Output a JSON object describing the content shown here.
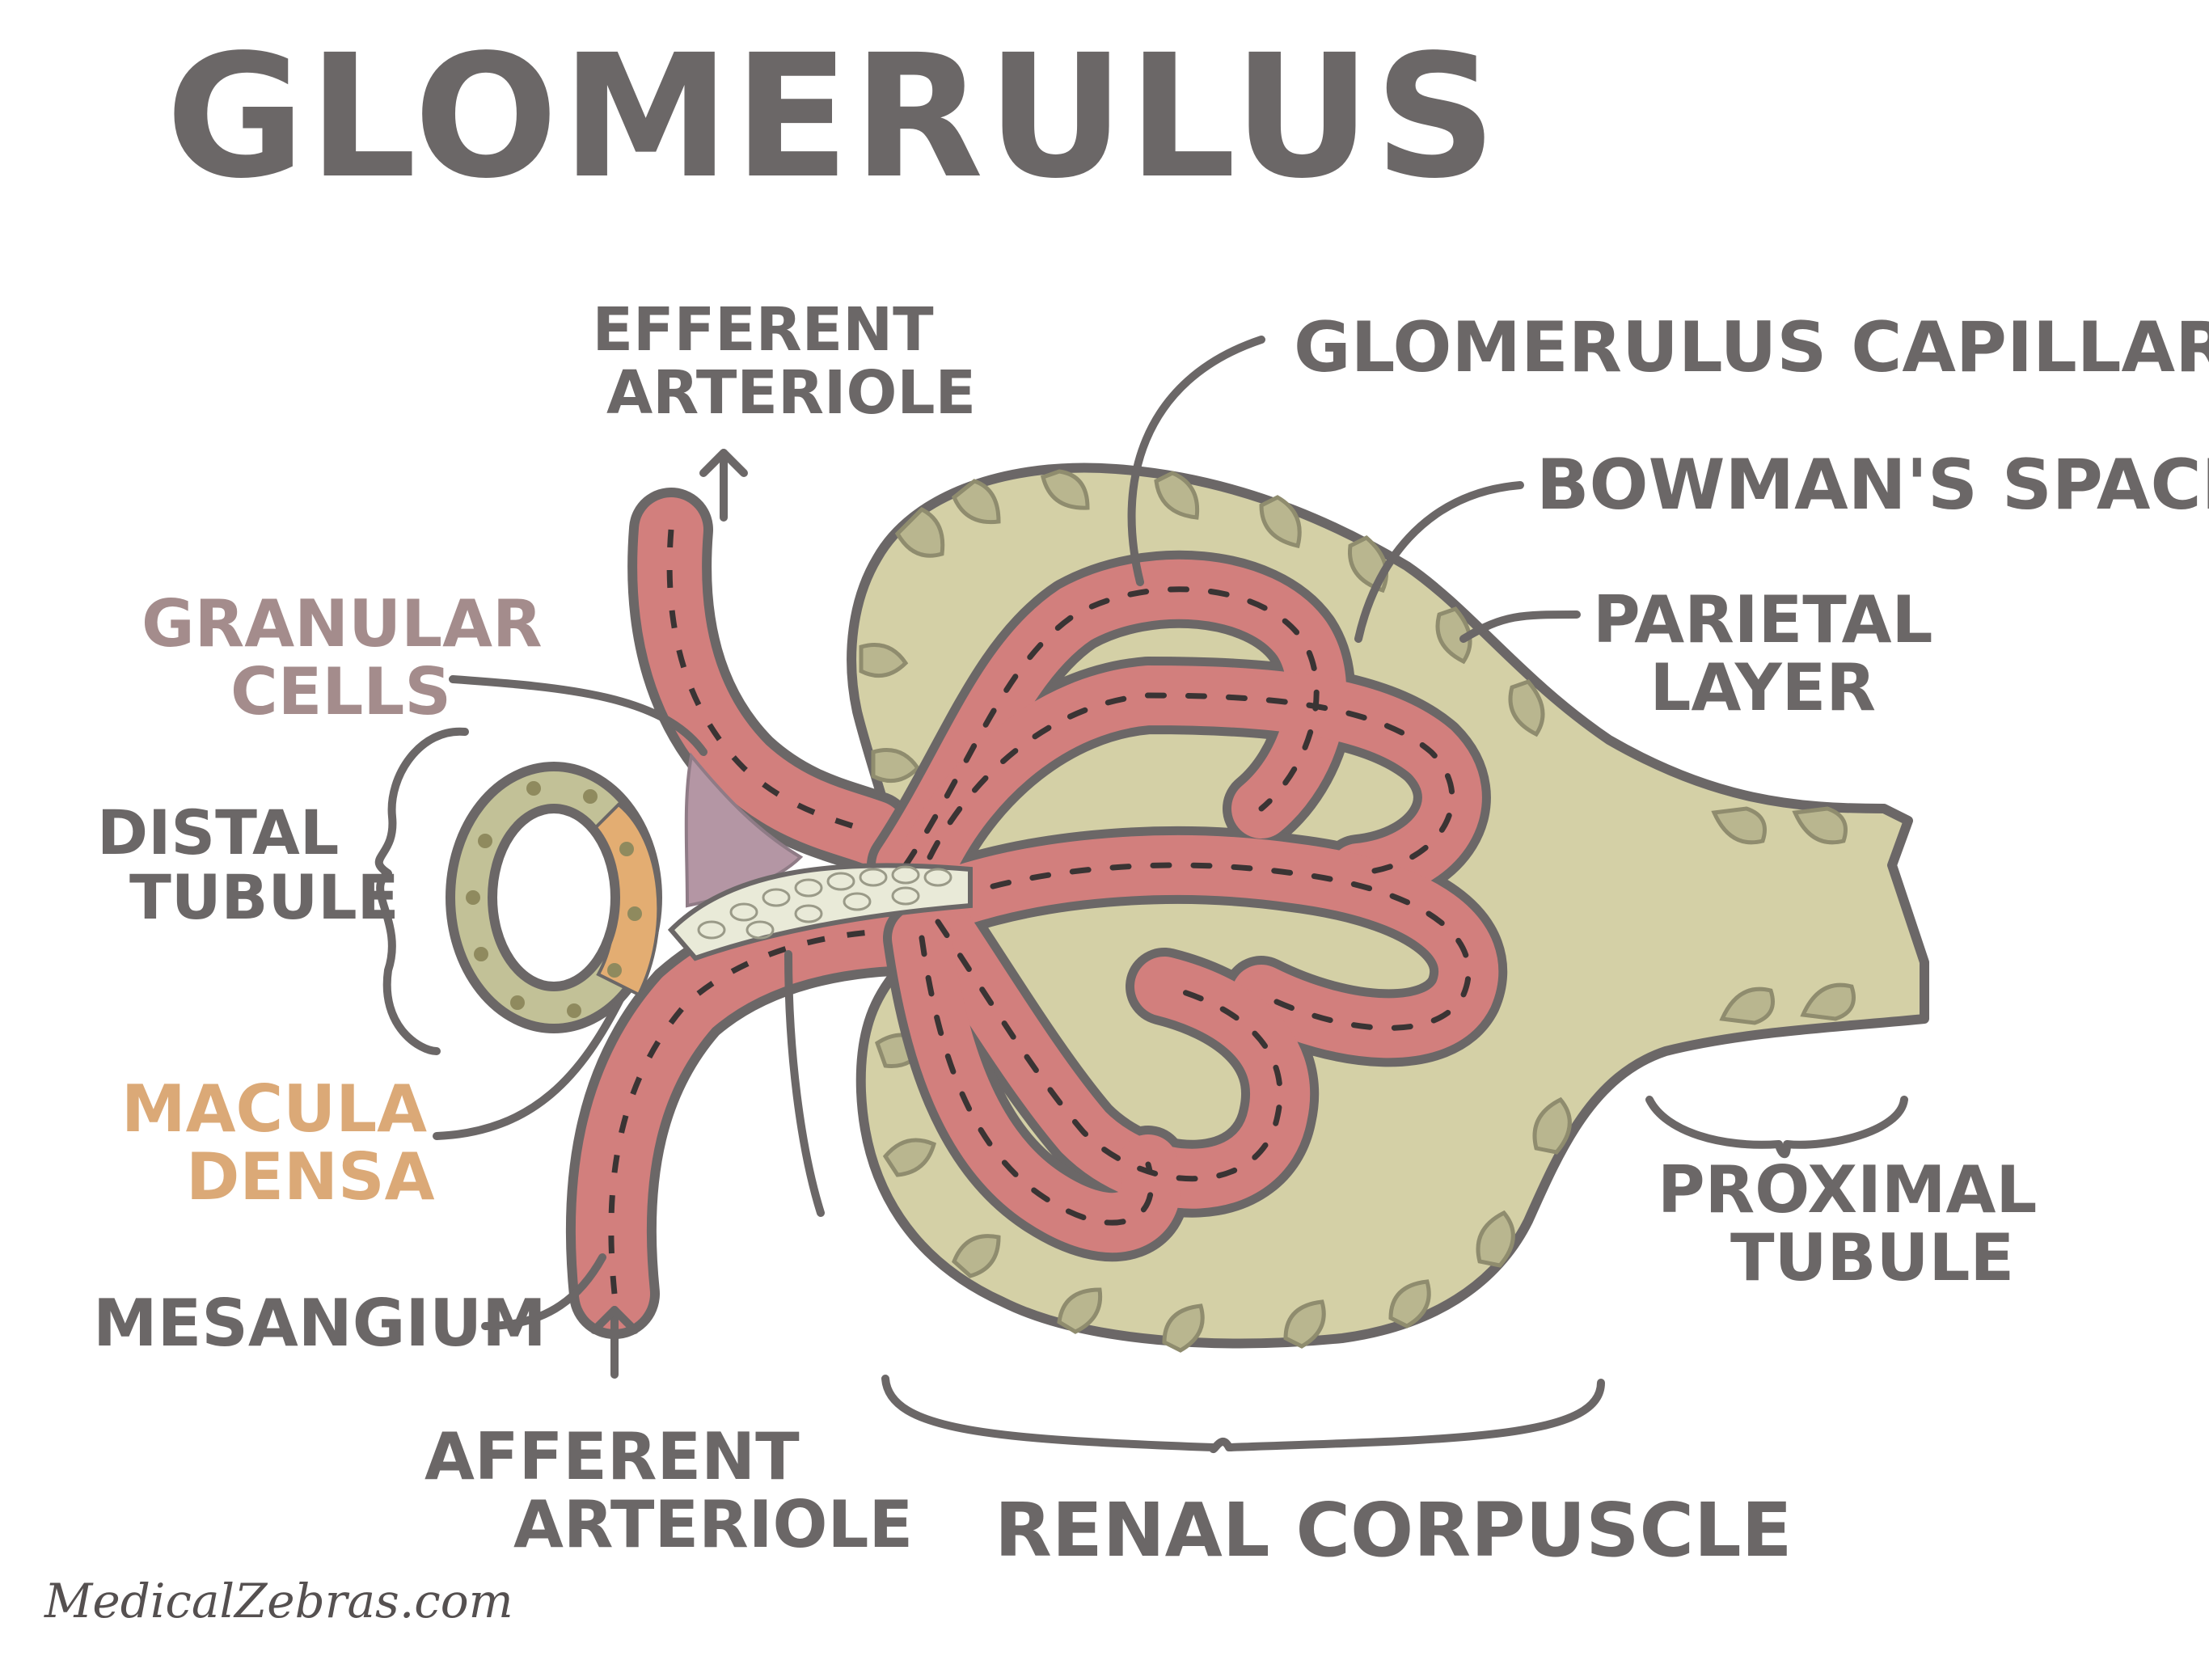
{
  "title": "GLOMERULUS",
  "labels": {
    "efferent_arteriole": [
      "EFFERENT",
      "ARTERIOLE"
    ],
    "glomerulus_capillary": "GLOMERULUS CAPILLARY",
    "bowmans_space": "BOWMAN'S SPACE",
    "parietal_layer": [
      "PARIETAL",
      "LAYER"
    ],
    "granular_cells": [
      "GRANULAR",
      "CELLS"
    ],
    "distal_tubule": [
      "DISTAL",
      "TUBULE"
    ],
    "macula_densa": [
      "MACULA",
      "DENSA"
    ],
    "mesangium": "MESANGIUM",
    "afferent_arteriole": [
      "AFFERENT",
      "ARTERIOLE"
    ],
    "proximal_tubule": [
      "PROXIMAL",
      "TUBULE"
    ],
    "renal_corpuscle": "RENAL CORPUSCLE"
  },
  "watermark": "MedicalZebras.com",
  "colors": {
    "ink": "#6b6767",
    "capsule_fill": "#d4d0a6",
    "capillary": "#d27f7d",
    "granular_text": "#a48c8c",
    "macula_text": "#dba977",
    "macula_cells": "#e3ad72",
    "granular_cells": "#b496a4",
    "mesangium": "#e9ead8"
  }
}
